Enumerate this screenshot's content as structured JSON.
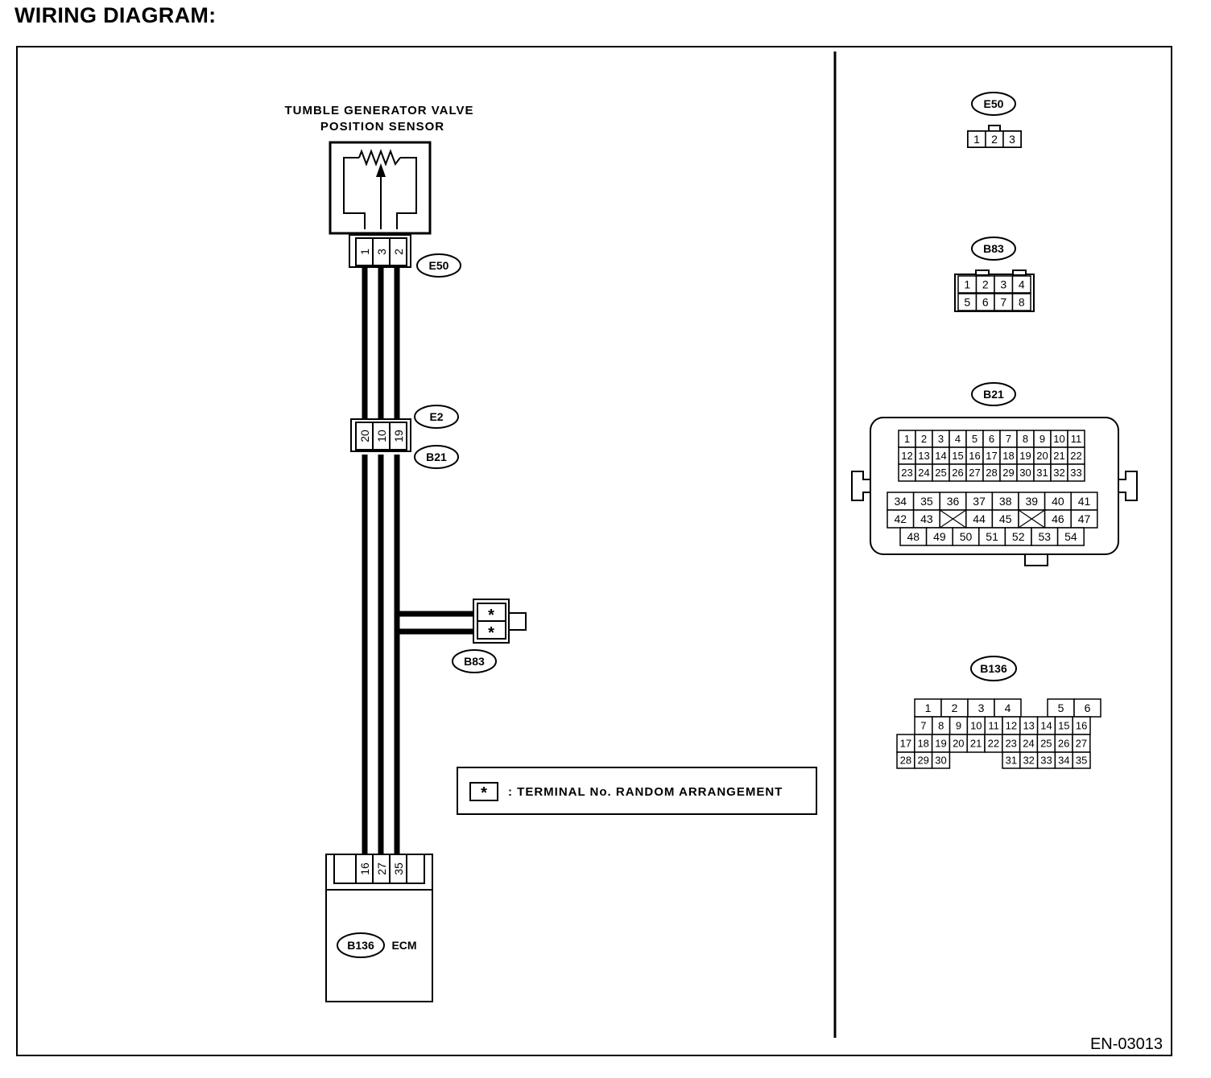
{
  "title": "WIRING DIAGRAM:",
  "figure_id": "EN-03013",
  "sensor": {
    "name_line1": "TUMBLE GENERATOR VALVE",
    "name_line2": "POSITION SENSOR",
    "connector": "E50",
    "pins": [
      "1",
      "3",
      "2"
    ]
  },
  "joint_connector": {
    "upper_label": "E2",
    "lower_label": "B21",
    "pins": [
      "20",
      "10",
      "19"
    ]
  },
  "branch_connector": {
    "label": "B83",
    "pins": [
      "*",
      "*"
    ]
  },
  "ecm": {
    "connector": "B136",
    "name": "ECM",
    "pins": [
      "16",
      "27",
      "35"
    ]
  },
  "note": {
    "symbol": "*",
    "text": ": TERMINAL No. RANDOM ARRANGEMENT"
  },
  "connector_views": {
    "e50": {
      "label": "E50",
      "pins": [
        "1",
        "2",
        "3"
      ]
    },
    "b83": {
      "label": "B83",
      "rows": [
        [
          "1",
          "2",
          "3",
          "4"
        ],
        [
          "5",
          "6",
          "7",
          "8"
        ]
      ]
    },
    "b21": {
      "label": "B21",
      "upper_rows": [
        [
          "1",
          "2",
          "3",
          "4",
          "5",
          "6",
          "7",
          "8",
          "9",
          "10",
          "11"
        ],
        [
          "12",
          "13",
          "14",
          "15",
          "16",
          "17",
          "18",
          "19",
          "20",
          "21",
          "22"
        ],
        [
          "23",
          "24",
          "25",
          "26",
          "27",
          "28",
          "29",
          "30",
          "31",
          "32",
          "33"
        ]
      ],
      "lower_rows": [
        [
          "34",
          "35",
          "36",
          "37",
          "38",
          "39",
          "40",
          "41"
        ],
        [
          "42",
          "43",
          "",
          "44",
          "45",
          "",
          "46",
          "47"
        ],
        [
          "48",
          "49",
          "50",
          "51",
          "52",
          "53",
          "54"
        ]
      ]
    },
    "b136": {
      "label": "B136",
      "row1": [
        "1",
        "2",
        "3",
        "4",
        "",
        "5",
        "6"
      ],
      "row2": [
        "7",
        "8",
        "9",
        "10",
        "11",
        "12",
        "13",
        "14",
        "15",
        "16"
      ],
      "row3": [
        "17",
        "18",
        "19",
        "20",
        "21",
        "22",
        "23",
        "24",
        "25",
        "26",
        "27"
      ],
      "row4_left": [
        "28",
        "29",
        "30"
      ],
      "row4_right": [
        "31",
        "32",
        "33",
        "34",
        "35"
      ]
    }
  }
}
